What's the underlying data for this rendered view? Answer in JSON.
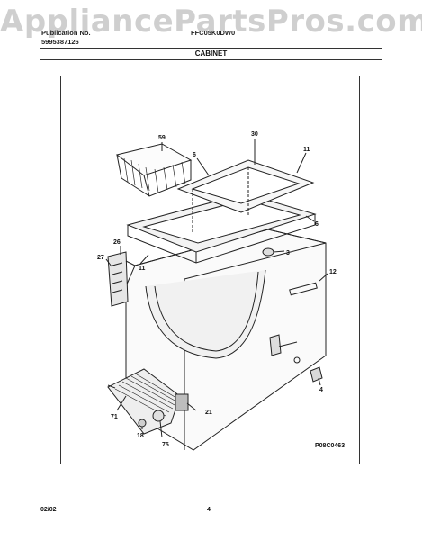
{
  "watermark": "AppliancePartsPros.com",
  "header": {
    "publication_label": "Publication No.",
    "publication_no": "5995387126",
    "model": "FFC05K0DW0"
  },
  "section_title": "CABINET",
  "parts": {
    "p59": "59",
    "p30": "30",
    "p6a": "6",
    "p11a": "11",
    "p6b": "6",
    "p3": "3",
    "p26": "26",
    "p27": "27",
    "p11b": "11",
    "p12": "12",
    "p4": "4",
    "p21": "21",
    "p71": "71",
    "p18": "18",
    "p75": "75"
  },
  "diagram_code": "P08C0463",
  "footer": {
    "date": "02/02",
    "page": "4"
  }
}
